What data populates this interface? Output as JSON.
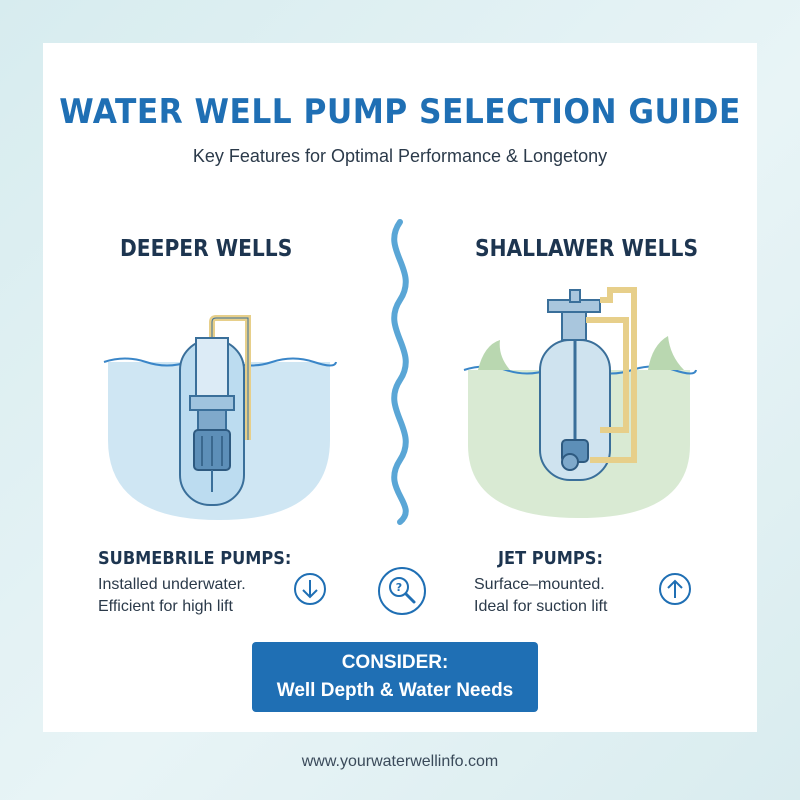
{
  "title": "WATER WELL PUMP SELECTION GUIDE",
  "subtitle": "Key Features for Optimal Performance & Longetony",
  "left": {
    "heading": "DEEPER WELLS",
    "pump_name": "SUBMEBRILE PUMPS:",
    "desc_line1": "Installed underwater.",
    "desc_line2": "Efficient for high lift",
    "icon": "arrow-down-circle-icon"
  },
  "right": {
    "heading": "SHALLAWER WELLS",
    "pump_name": "JET PUMPS:",
    "desc_line1": "Surface–mounted.",
    "desc_line2": "Ideal for suction lift",
    "icon": "arrow-up-circle-icon"
  },
  "center_icon": "question-magnifier-icon",
  "consider": {
    "line1": "CONSIDER:",
    "line2": "Well Depth & Water Needs"
  },
  "footer": "www.yourwaterwellinfo.com",
  "colors": {
    "primary": "#1f6fb4",
    "dark_text": "#1d3550",
    "water_blue": "#cfe6f3",
    "water_green": "#d9ead3"
  }
}
